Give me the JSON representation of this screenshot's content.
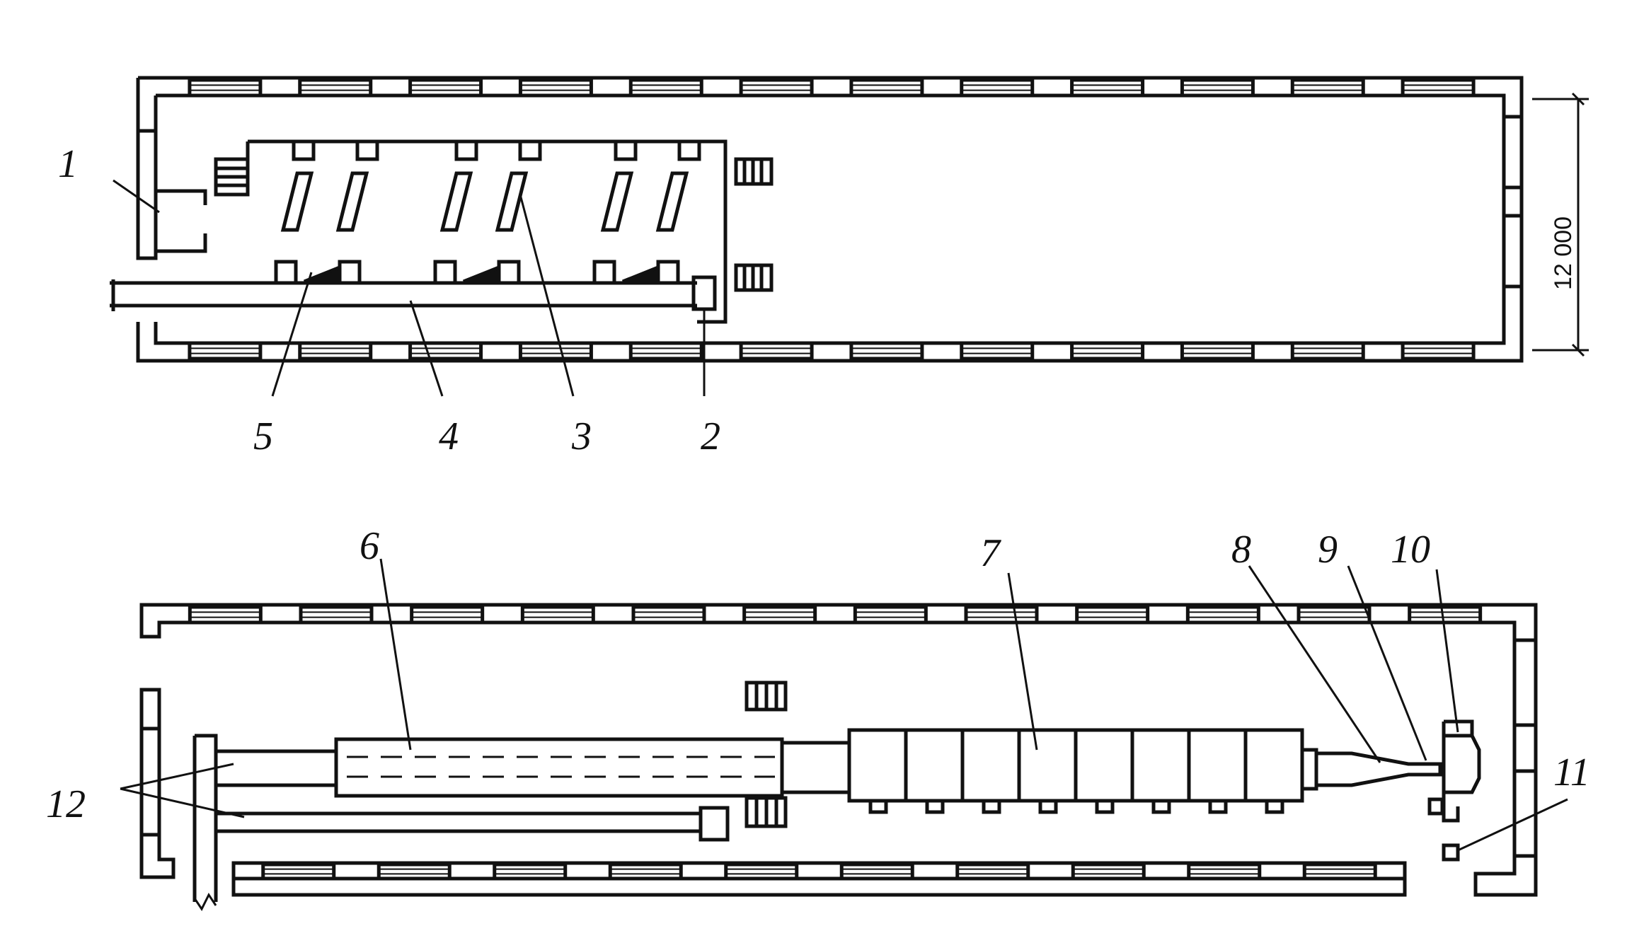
{
  "diagram": {
    "dimension": {
      "text": "12 000"
    },
    "labels": [
      {
        "id": "1",
        "text": "1"
      },
      {
        "id": "2",
        "text": "2"
      },
      {
        "id": "3",
        "text": "3"
      },
      {
        "id": "4",
        "text": "4"
      },
      {
        "id": "5",
        "text": "5"
      },
      {
        "id": "6",
        "text": "6"
      },
      {
        "id": "7",
        "text": "7"
      },
      {
        "id": "8",
        "text": "8"
      },
      {
        "id": "9",
        "text": "9"
      },
      {
        "id": "10",
        "text": "10"
      },
      {
        "id": "11",
        "text": "11"
      },
      {
        "id": "12",
        "text": "12"
      }
    ]
  }
}
